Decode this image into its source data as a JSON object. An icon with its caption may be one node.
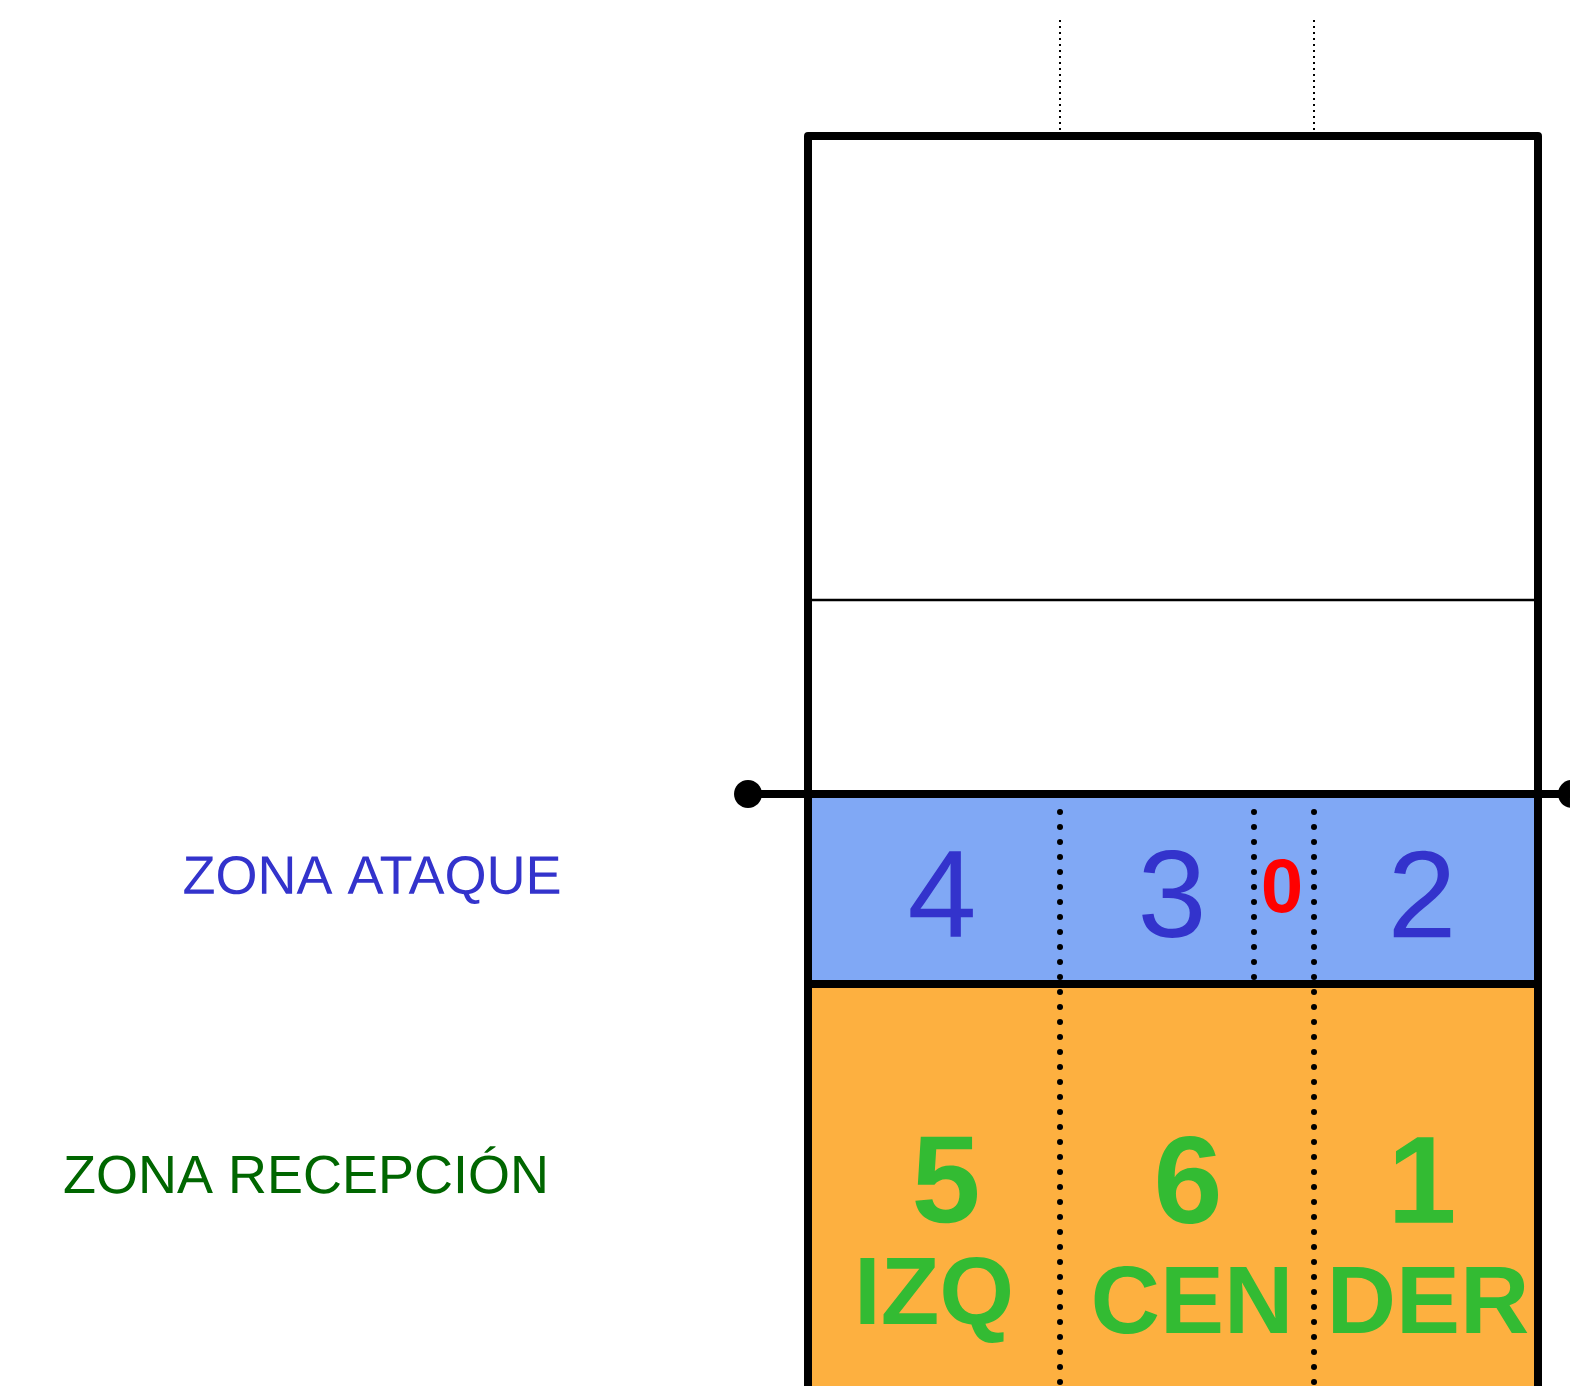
{
  "diagram": {
    "nodes": [
      {
        "text": [
          "4",
          "3",
          "0",
          "2"
        ]
      },
      {
        "text": [
          "5",
          "6",
          "1",
          "IZQ",
          "CEN",
          "DER"
        ]
      }
    ],
    "labels": [
      "ZONA ATAQUE",
      "ZONA RECEPCIÓN"
    ]
  }
}
